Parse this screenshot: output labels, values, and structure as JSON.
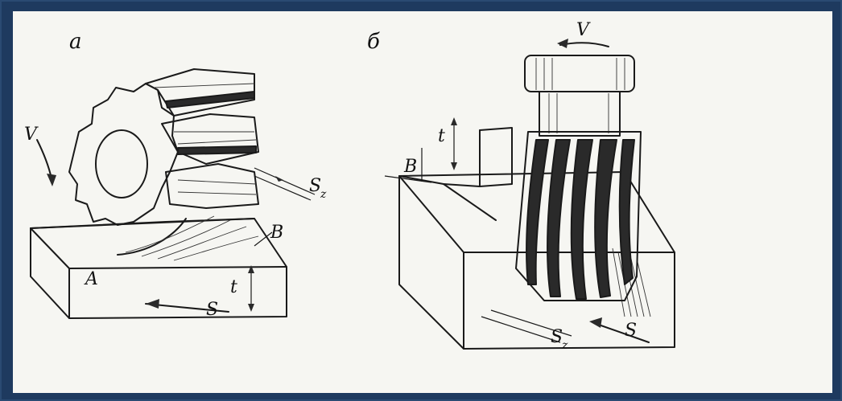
{
  "panels": [
    {
      "label": "a",
      "annotations": {
        "V": "V",
        "Sz": "S",
        "Sz_sub": "z",
        "B": "B",
        "t": "t",
        "A": "A",
        "S": "S"
      }
    },
    {
      "label": "б",
      "annotations": {
        "V": "V",
        "t": "t",
        "B": "B",
        "Sz": "S",
        "Sz_sub": "z",
        "S": "S"
      }
    }
  ],
  "colors": {
    "frame": "#1e3a5f",
    "paper": "#f6f6f2",
    "ink": "#1a1a1a"
  }
}
